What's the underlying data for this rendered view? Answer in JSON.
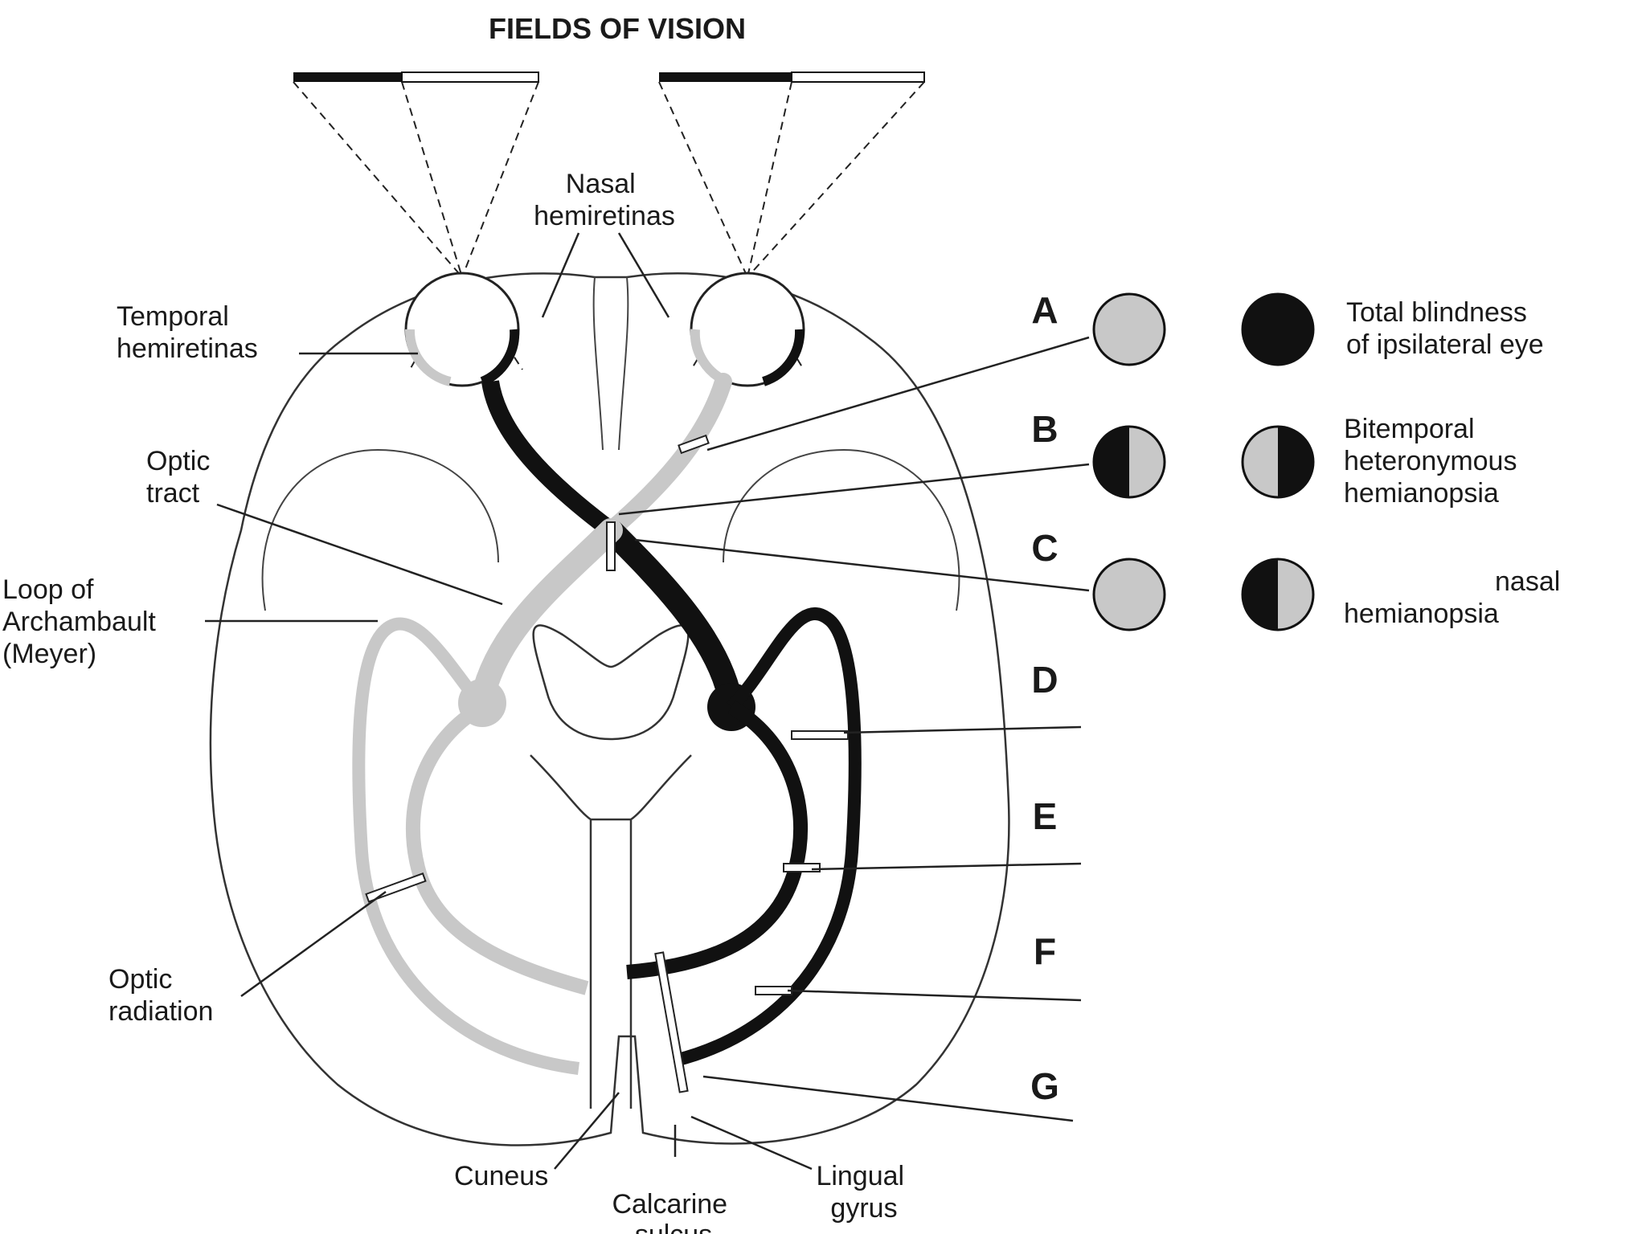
{
  "title": "FIELDS OF VISION",
  "labels": {
    "nasal": [
      "Nasal",
      "hemiretinas"
    ],
    "temporal": [
      "Temporal",
      "hemiretinas"
    ],
    "optic_tract": [
      "Optic",
      "tract"
    ],
    "loop": [
      "Loop of",
      "Archambault",
      "(Meyer)"
    ],
    "optic_radiation": [
      "Optic",
      "radiation"
    ],
    "cuneus": "Cuneus",
    "calcarine": [
      "Calcarine",
      "sulcus"
    ],
    "lingual": [
      "Lingual",
      "gyrus"
    ]
  },
  "lesions": [
    {
      "letter": "A",
      "left_eye": "gray",
      "right_eye": "black",
      "result": [
        "Total blindness",
        "of ipsilateral eye"
      ]
    },
    {
      "letter": "B",
      "left_eye": "black-left",
      "right_eye": "black-right",
      "result": [
        "Bitemporal",
        "heteronymous",
        "hemianopsia"
      ]
    },
    {
      "letter": "C",
      "left_eye": "gray",
      "right_eye": "black-left",
      "result": [
        "nasal",
        "hemianopsia"
      ]
    },
    {
      "letter": "D"
    },
    {
      "letter": "E"
    },
    {
      "letter": "F"
    },
    {
      "letter": "G"
    }
  ],
  "colors": {
    "ink": "#1a1a1a",
    "gray_fiber": "#c8c8c8",
    "black_fiber": "#111111"
  }
}
